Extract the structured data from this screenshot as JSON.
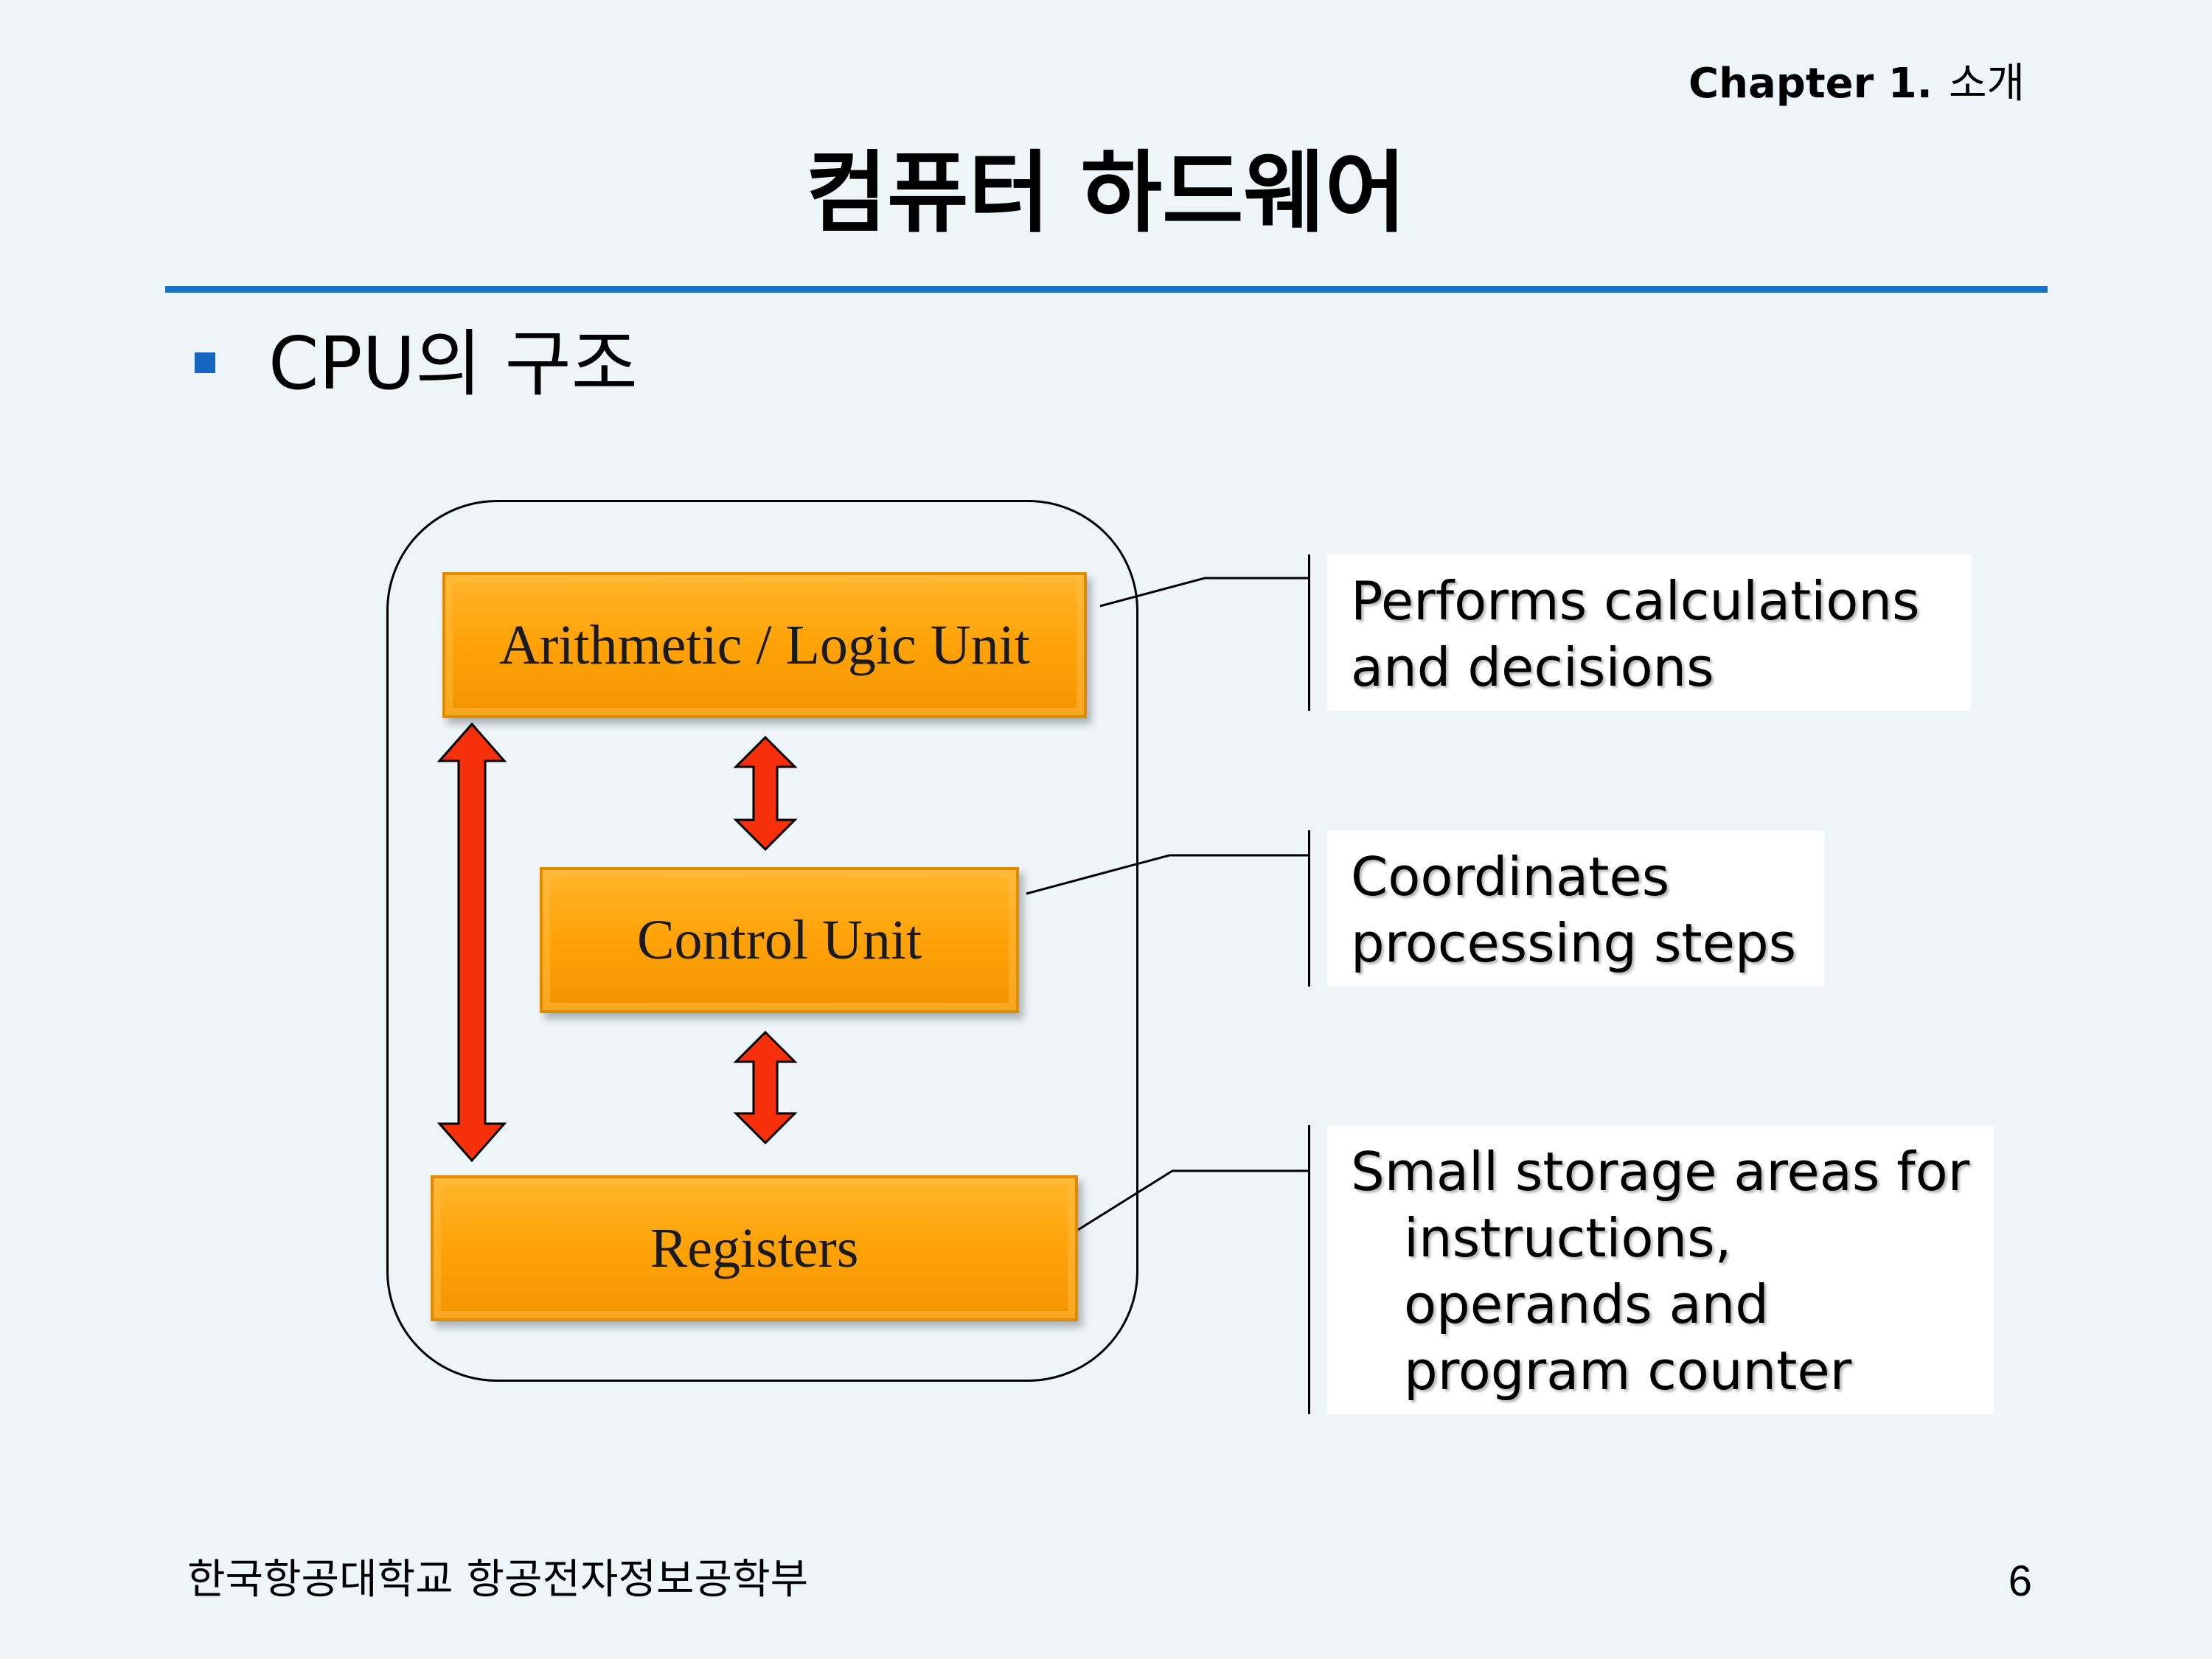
{
  "header": {
    "chapter_number": "Chapter 1.",
    "chapter_name": "소개",
    "title": "컴퓨터 하드웨어"
  },
  "bullet": {
    "text": "CPU의 구조"
  },
  "diagram": {
    "units": {
      "alu": "Arithmetic / Logic Unit",
      "control": "Control Unit",
      "registers": "Registers"
    },
    "descriptions": {
      "alu": [
        "Performs calculations",
        "and decisions"
      ],
      "control": [
        "Coordinates",
        "processing steps"
      ],
      "registers": [
        "Small storage areas for",
        "instructions,",
        "operands and",
        "program counter"
      ]
    },
    "colors": {
      "unit_fill": "#ffa40a",
      "arrow_fill": "#f5300a",
      "rule": "#1f6fc4"
    }
  },
  "footer": {
    "school": "한국항공대학교 항공전자정보공학부",
    "page_number": "6"
  }
}
